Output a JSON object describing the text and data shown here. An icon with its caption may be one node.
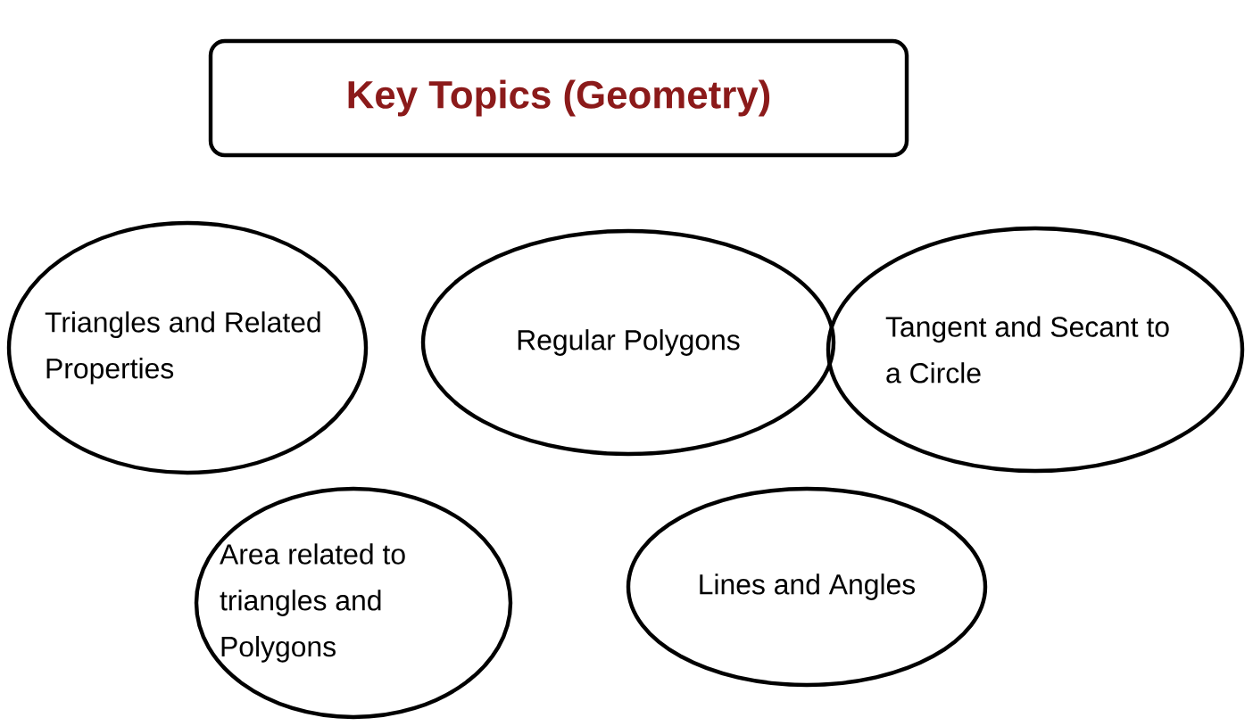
{
  "diagram": {
    "nodes": [
      {
        "text": [
          "Key Topics (Geometry)"
        ]
      },
      {
        "text": [
          "Triangles and Related Properties"
        ]
      },
      {
        "text": [
          "Regular Polygons"
        ]
      },
      {
        "text": [
          "Tangent and Secant to a Circle"
        ]
      },
      {
        "text": [
          "Area related to triangles and Polygons"
        ]
      },
      {
        "text": [
          "Lines and Angles"
        ]
      }
    ],
    "edges": []
  }
}
